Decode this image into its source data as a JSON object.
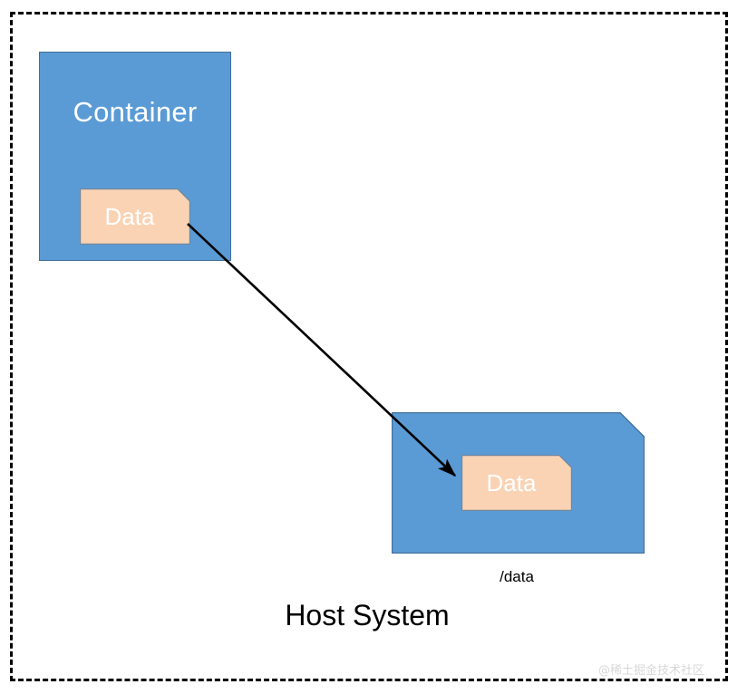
{
  "diagram": {
    "title_text": "Host System",
    "host_boundary": {
      "name": "host-system-dashed-boundary",
      "style": "dashed",
      "stroke_color": "#000000"
    },
    "container": {
      "label": "Container",
      "fill_color": "#5B9BD5",
      "stroke_color": "#41719C",
      "text_color": "#FFFFFF",
      "data_label": "Data",
      "data_fill_color": "#FAD3B4",
      "data_stroke_color": "#70889E",
      "data_text_color": "#FFFFFF"
    },
    "host": {
      "path_label": "/data",
      "fill_color": "#5B9BD5",
      "stroke_color": "#41719C",
      "data_label": "Data",
      "data_fill_color": "#FAD3B4",
      "data_stroke_color": "#70889E",
      "data_text_color": "#FFFFFF"
    },
    "arrow": {
      "name": "volume-mount-arrow",
      "stroke_color": "#000000",
      "from": "container-data",
      "to": "host-data"
    },
    "watermark": {
      "text": "@稀土掘金技术社区"
    }
  }
}
